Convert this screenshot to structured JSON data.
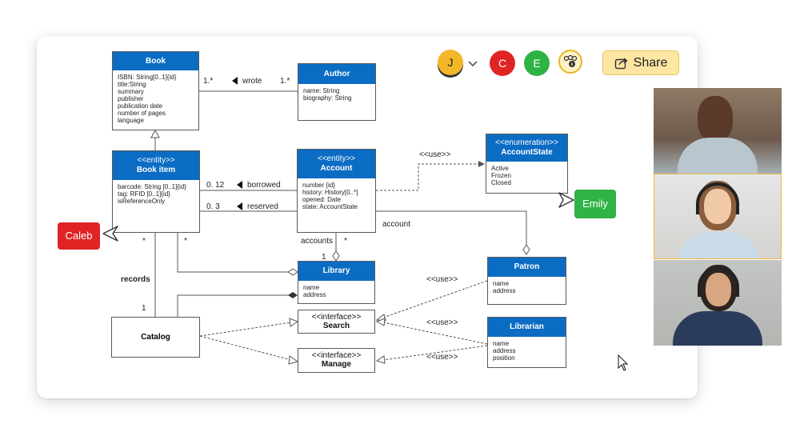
{
  "collab": {
    "avatars": [
      {
        "initial": "J",
        "color": "#f3b72a"
      },
      {
        "initial": "C",
        "color": "#e02424"
      },
      {
        "initial": "E",
        "color": "#2fb344"
      }
    ],
    "share_label": "Share",
    "cursors": [
      {
        "name": "Caleb",
        "color": "#e02424"
      },
      {
        "name": "Emily",
        "color": "#2fb344"
      }
    ]
  },
  "diagram": {
    "classes": {
      "book": {
        "name": "Book",
        "attrs": [
          "ISBN: String[0..1]{id}",
          "title:String",
          "summary",
          "publisher",
          "publication date",
          "number of pages",
          "language"
        ]
      },
      "author": {
        "name": "Author",
        "attrs": [
          "name: String",
          "biography: String"
        ]
      },
      "book_item": {
        "stereotype": "<<entity>>",
        "name": "Book item",
        "attrs": [
          "barcode: String [0..1]{id}",
          "tag: RFID [0..1]{id}",
          "isReferenceOnly"
        ]
      },
      "account": {
        "stereotype": "<<entity>>",
        "name": "Account",
        "attrs": [
          "number {id}",
          "history: History[0..*]",
          "opened: Date",
          "state: AccountState"
        ]
      },
      "account_state": {
        "stereotype": "<<enumeration>>",
        "name": "AccountState",
        "attrs": [
          "Active",
          "Frozen",
          "Closed"
        ]
      },
      "library": {
        "name": "Library",
        "attrs": [
          "name",
          "address"
        ]
      },
      "patron": {
        "name": "Patron",
        "attrs": [
          "name",
          "address"
        ]
      },
      "librarian": {
        "name": "Librarian",
        "attrs": [
          "name",
          "address",
          "position"
        ]
      },
      "catalog": {
        "name": "Catalog"
      },
      "search": {
        "stereotype": "<<interface>>",
        "name": "Search"
      },
      "manage": {
        "stereotype": "<<interface>>",
        "name": "Manage"
      }
    },
    "labels": {
      "wrote": "wrote",
      "wrote_left_mult": "1.*",
      "wrote_right_mult": "1.*",
      "borrowed": "borrowed",
      "borrowed_mult": "0. 12",
      "reserved": "reserved",
      "reserved_mult": "0. 3",
      "use_top": "<<use>>",
      "use_patron": "<<use>>",
      "use_search": "<<use>>",
      "use_manage": "<<use>>",
      "account_role": "account",
      "accounts_role": "accounts",
      "star_bookitem_left": "*",
      "star_bookitem_right": "*",
      "star_accounts": "*",
      "one_library": "1",
      "records": "records",
      "one_catalog": "1"
    }
  }
}
